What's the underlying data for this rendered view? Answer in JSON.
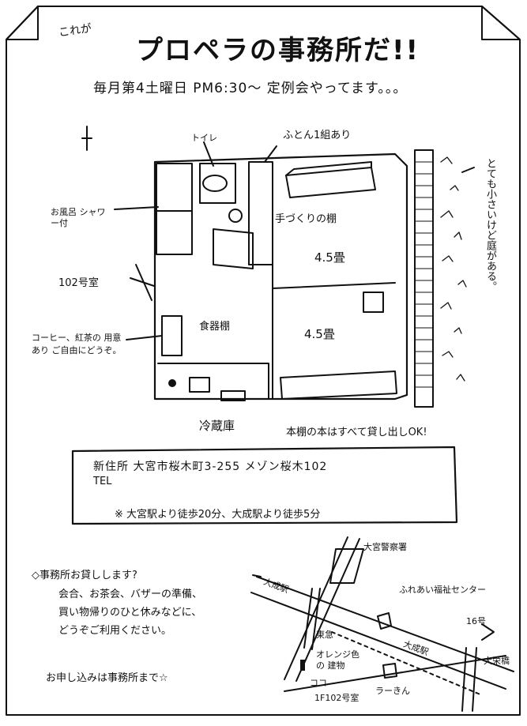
{
  "header": {
    "kore_ga": "これが",
    "title": "プロペラの事務所だ!!",
    "schedule": "毎月第4土曜日 PM6:30〜 定例会やってます。。。"
  },
  "floorplan": {
    "toilet": "トイレ",
    "futon": "ふとん1組あり",
    "bath": "お風呂 シャワー付",
    "handmade_shelf": "手づくりの棚",
    "room_a": "4.5畳",
    "room_b": "4.5畳",
    "room_no": "102号室",
    "tableware": "食器棚",
    "coffee": "コーヒー、紅茶の 用意あり ご自由にどうぞ。",
    "fridge": "冷蔵庫",
    "bookshelf": "本棚の本はすべて貸し出しOK!",
    "garden": "とても小さいけど庭がある。"
  },
  "address_box": {
    "address": "新住所 大宮市桜木町3-255 メゾン桜木102",
    "tel": "TEL",
    "access": "※ 大宮駅より徒歩20分、大成駅より徒歩5分"
  },
  "rental": {
    "heading": "◇事務所お貸しします?",
    "line1": "会合、お茶会、バザーの準備、",
    "line2": "買い物帰りのひと休みなどに、",
    "line3": "どうぞご利用ください。",
    "apply": "お申し込みは事務所まで☆"
  },
  "map": {
    "police": "大宮警察署",
    "fureai": "ふれあい福祉センター",
    "taisei": "大成駅",
    "route16": "16号",
    "shop": "東急",
    "oreniji": "オレンジ色の 建物",
    "koko": "ココ",
    "room": "1F102号室",
    "tatsunami": "ラーきん",
    "daito": "大栄橋",
    "taisei_st": "大成駅"
  },
  "colors": {
    "ink": "#111111",
    "paper": "#ffffff"
  }
}
